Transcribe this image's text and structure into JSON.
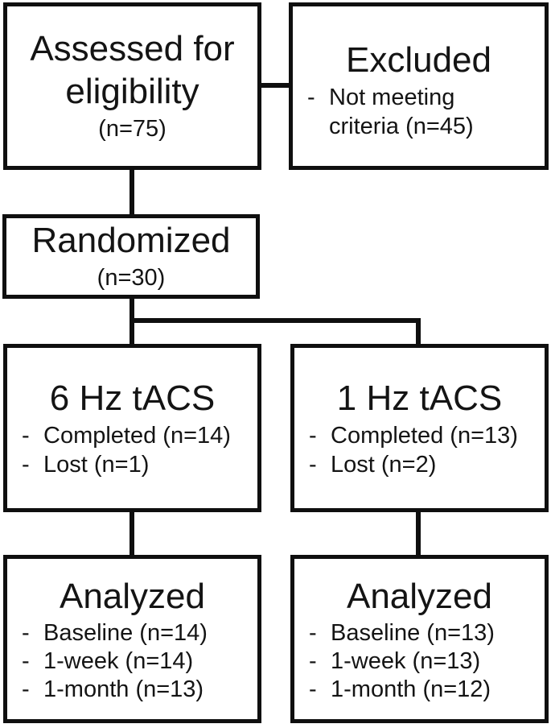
{
  "diagram": {
    "kind": "consort-flowchart",
    "colors": {
      "border": "#0f0f0f",
      "text": "#141414",
      "background": "#ffffff"
    },
    "boxes": {
      "assessed": {
        "title_line1": "Assessed for",
        "title_line2": "eligibility",
        "count": "(n=75)"
      },
      "excluded": {
        "title": "Excluded",
        "items": [
          {
            "dash": "-",
            "text": "Not meeting criteria (n=45)"
          }
        ]
      },
      "randomized": {
        "title": "Randomized",
        "count": "(n=30)"
      },
      "arm6hz": {
        "title": "6 Hz tACS",
        "items": [
          {
            "dash": "-",
            "text": "Completed (n=14)"
          },
          {
            "dash": "-",
            "text": "Lost (n=1)"
          }
        ]
      },
      "arm1hz": {
        "title": "1 Hz tACS",
        "items": [
          {
            "dash": "-",
            "text": "Completed (n=13)"
          },
          {
            "dash": "-",
            "text": "Lost (n=2)"
          }
        ]
      },
      "analyzed6hz": {
        "title": "Analyzed",
        "items": [
          {
            "dash": "-",
            "text": "Baseline (n=14)"
          },
          {
            "dash": "-",
            "text": "1-week (n=14)"
          },
          {
            "dash": "-",
            "text": "1-month (n=13)"
          }
        ]
      },
      "analyzed1hz": {
        "title": "Analyzed",
        "items": [
          {
            "dash": "-",
            "text": "Baseline (n=13)"
          },
          {
            "dash": "-",
            "text": "1-week (n=13)"
          },
          {
            "dash": "-",
            "text": "1-month (n=12)"
          }
        ]
      }
    }
  }
}
